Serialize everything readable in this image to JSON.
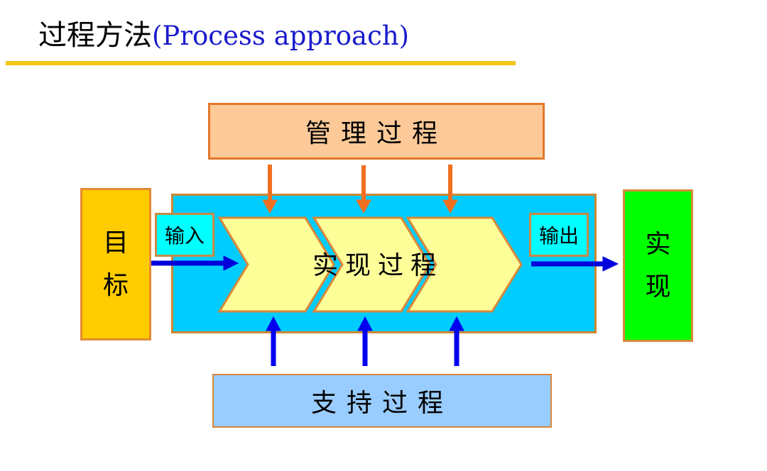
{
  "title": {
    "chinese": "过程方法",
    "english": "(Process approach)"
  },
  "diagram": {
    "management_process": "管理过程",
    "support_process": "支持过程",
    "realization_process": "实现过程",
    "goal": [
      "目",
      "标"
    ],
    "result": [
      "实",
      "现"
    ],
    "input_label": "输入",
    "output_label": "输出",
    "chevron_count": 3,
    "colors": {
      "title_underline": "#f5c518",
      "management_fill": "#fdc998",
      "support_fill": "#99ccff",
      "main_fill": "#00ccff",
      "chevron_fill": "#ffff99",
      "goal_fill": "#ffcc00",
      "result_fill": "#00ff00",
      "label_fill": "#00ffff",
      "management_arrow": "#f07020",
      "support_arrow": "#0000ee",
      "flow_arrow": "#0000dd"
    }
  }
}
